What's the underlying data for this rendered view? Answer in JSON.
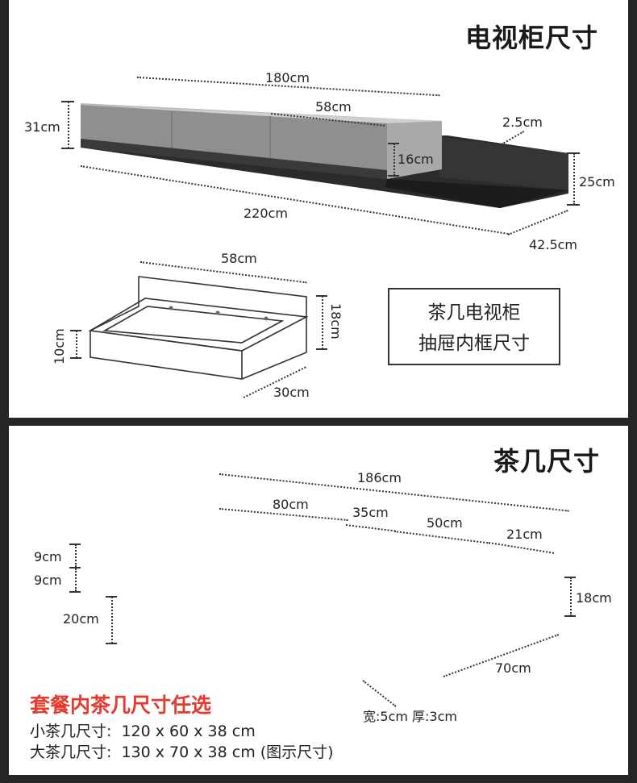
{
  "tv": {
    "title": "电视柜尺寸",
    "dim_180": "180cm",
    "dim_58_top": "58cm",
    "dim_31": "31cm",
    "dim_16": "16cm",
    "dim_2_5": "2.5cm",
    "dim_25": "25cm",
    "dim_220": "220cm",
    "dim_42_5": "42.5cm"
  },
  "drawer": {
    "dim_58": "58cm",
    "dim_18": "18cm",
    "dim_10": "10cm",
    "dim_30": "30cm",
    "caption_line1": "茶几电视柜",
    "caption_line2": "抽屉内框尺寸"
  },
  "table": {
    "title": "茶几尺寸",
    "dim_186": "186cm",
    "dim_80": "80cm",
    "dim_35": "35cm",
    "dim_50": "50cm",
    "dim_21": "21cm",
    "dim_9a": "9cm",
    "dim_9b": "9cm",
    "dim_20": "20cm",
    "dim_18": "18cm",
    "dim_70": "70cm",
    "leg_spec": "宽:5cm  厚:3cm"
  },
  "options": {
    "headline": "套餐内茶几尺寸任选",
    "small_label": "小茶几尺寸:",
    "small_value": "120 x 60 x 38 cm",
    "large_label": "大茶几尺寸:",
    "large_value": "130 x 70 x 38 cm (图示尺寸)"
  },
  "colors": {
    "frame": "#262626",
    "accent_red": "#e63a2e",
    "grey_top": "#8c8c8c",
    "dark_wood": "#2b2b2b"
  }
}
